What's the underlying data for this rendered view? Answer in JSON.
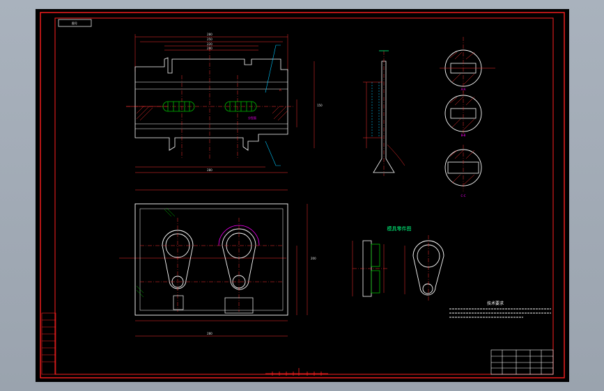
{
  "drawing": {
    "title_stamp": "图号",
    "section_title": "模具零件图",
    "notes_title": "技术要求"
  },
  "colors": {
    "background": "#000000",
    "frame": "#ff2020",
    "outline": "#ffffff",
    "dimension": "#ff3030",
    "centerline": "#ff3030",
    "hatch": "#ff3030",
    "part": "#00c000",
    "callout": "#00c8ff",
    "label": "#ff00ff",
    "heading": "#00ff80",
    "datum": "#ffff00",
    "window": "#a7b0bb"
  }
}
